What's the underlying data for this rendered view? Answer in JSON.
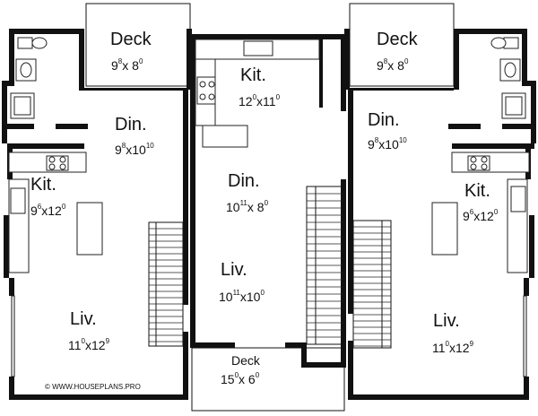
{
  "watermark": "© WWW.HOUSEPLANS.PRO",
  "left_unit": {
    "deck": {
      "name": "Deck",
      "dim_a": "9",
      "sup_a": "8",
      "dim_b": "x 8",
      "sup_b": "0"
    },
    "dining": {
      "name": "Din.",
      "dim_a": "9",
      "sup_a": "8",
      "dim_b": "x10",
      "sup_b": "10"
    },
    "kitchen": {
      "name": "Kit.",
      "dim_a": "9",
      "sup_a": "6",
      "dim_b": "x12",
      "sup_b": "0"
    },
    "living": {
      "name": "Liv.",
      "dim_a": "11",
      "sup_a": "0",
      "dim_b": "x12",
      "sup_b": "9"
    }
  },
  "center_unit": {
    "kitchen": {
      "name": "Kit.",
      "dim_a": "12",
      "sup_a": "0",
      "dim_b": "x11",
      "sup_b": "0"
    },
    "dining": {
      "name": "Din.",
      "dim_a": "10",
      "sup_a": "11",
      "dim_b": "x  8",
      "sup_b": "0"
    },
    "living": {
      "name": "Liv.",
      "dim_a": "10",
      "sup_a": "11",
      "dim_b": "x10",
      "sup_b": "0"
    },
    "deck": {
      "name": "Deck",
      "dim_a": "15",
      "sup_a": "0",
      "dim_b": "x  6",
      "sup_b": "0"
    }
  },
  "right_unit": {
    "deck": {
      "name": "Deck",
      "dim_a": "9",
      "sup_a": "8",
      "dim_b": "x 8",
      "sup_b": "0"
    },
    "dining": {
      "name": "Din.",
      "dim_a": "9",
      "sup_a": "8",
      "dim_b": "x10",
      "sup_b": "10"
    },
    "kitchen": {
      "name": "Kit.",
      "dim_a": "9",
      "sup_a": "6",
      "dim_b": "x12",
      "sup_b": "0"
    },
    "living": {
      "name": "Liv.",
      "dim_a": "11",
      "sup_a": "0",
      "dim_b": "x12",
      "sup_b": "9"
    }
  }
}
